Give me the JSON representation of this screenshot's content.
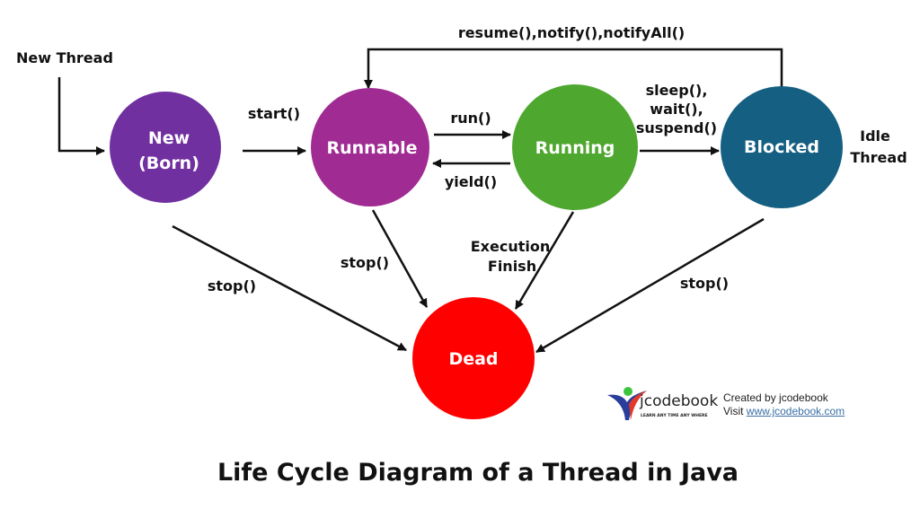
{
  "title": "Life Cycle Diagram of a Thread in Java",
  "colors": {
    "new": "#7030A0",
    "runnable": "#A02B93",
    "running": "#4EA72E",
    "blocked": "#156082",
    "dead": "#FF0000"
  },
  "nodes": {
    "new_line1": "New",
    "new_line2": "(Born)",
    "runnable": "Runnable",
    "running": "Running",
    "blocked": "Blocked",
    "dead": "Dead"
  },
  "labels": {
    "new_thread": "New Thread",
    "start": "start()",
    "run": "run()",
    "yield": "yield()",
    "sleep1": "sleep(),",
    "sleep2": "wait(),",
    "sleep3": "suspend()",
    "resume": "resume(),notify(),notifyAll()",
    "idle1": "Idle",
    "idle2": "Thread",
    "stop_new": "stop()",
    "stop_runnable": "stop()",
    "exec1": "Execution",
    "exec2": "Finish",
    "stop_blocked": "stop()"
  },
  "logo": {
    "name": "jcodebook",
    "tagline": "LEARN ANY TIME ANY WHERE"
  },
  "credit": {
    "line1": "Created by jcodebook",
    "visit": "Visit",
    "link": "www.jcodebook.com"
  }
}
